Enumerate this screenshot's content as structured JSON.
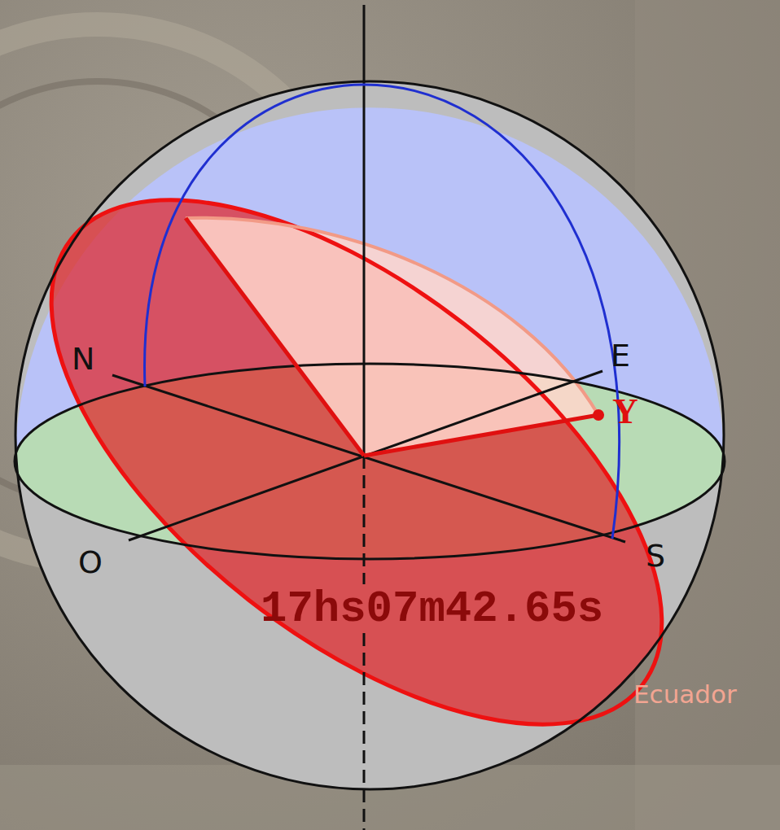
{
  "diagram": {
    "labels": [
      "N",
      "E",
      "O",
      "S",
      "Y",
      "17hs07m42.65s",
      "Ecuador"
    ]
  }
}
